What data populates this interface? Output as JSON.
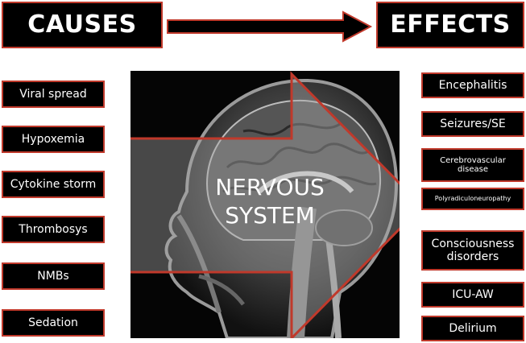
{
  "headers": {
    "causes": "CAUSES",
    "effects": "EFFECTS"
  },
  "center": {
    "line1": "NERVOUS",
    "line2": "SYSTEM"
  },
  "causes": [
    "Viral spread",
    "Hypoxemia",
    "Cytokine storm",
    "Thrombosys",
    "NMBs",
    "Sedation"
  ],
  "effects": [
    "Encephalitis",
    "Seizures/SE",
    "Cerebrovascular disease",
    "Polyradiculoneuropathy",
    "Consciousness disorders",
    "ICU-AW",
    "Delirium"
  ],
  "colors": {
    "border": "#c0392b",
    "box_fill": "#000000",
    "arrow_overlay": "#a8a8a8"
  }
}
